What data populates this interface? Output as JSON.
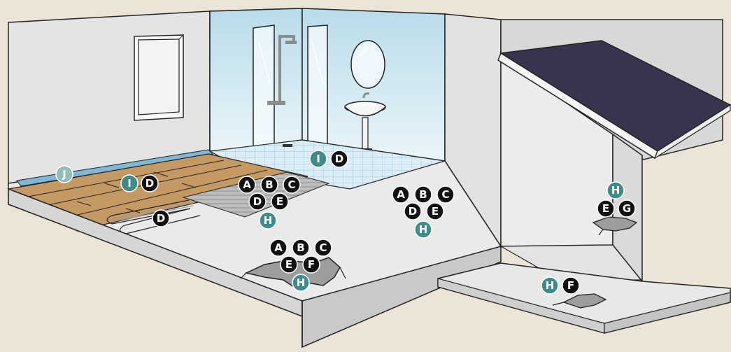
{
  "colors": {
    "background": "#ece4d6",
    "badge_black": "#111111",
    "badge_teal": "#3f8a8a",
    "badge_light_teal": "#8fbdbb",
    "wall": "#e6e6e6",
    "wall_dark": "#d3d3d3",
    "floor_concrete": "#e9e9e9",
    "wood": "#c2955e",
    "tile_blue": "#dceef5",
    "roof": "#36354d",
    "underlay_blue": "#7fb7d6",
    "screed_gray": "#b9b9b9"
  },
  "icons": {
    "badge": "letter-circle-badge",
    "crack": "floor-crack-icon",
    "heating_pipe": "heating-pipe-loop-icon"
  },
  "labels": {
    "group_wood_floor": [
      "I",
      "D"
    ],
    "group_perimeter": [
      "J"
    ],
    "group_heating_pipe": [
      "D"
    ],
    "group_screed": [
      "A",
      "B",
      "C",
      "D",
      "E",
      "H"
    ],
    "group_crack_main": [
      "A",
      "B",
      "C",
      "E",
      "F",
      "H"
    ],
    "group_center": [
      "A",
      "B",
      "C",
      "D",
      "E",
      "H"
    ],
    "group_shower": [
      "I",
      "D"
    ],
    "group_shed": [
      "H",
      "E",
      "G"
    ],
    "group_outdoor": [
      "H",
      "F"
    ]
  }
}
